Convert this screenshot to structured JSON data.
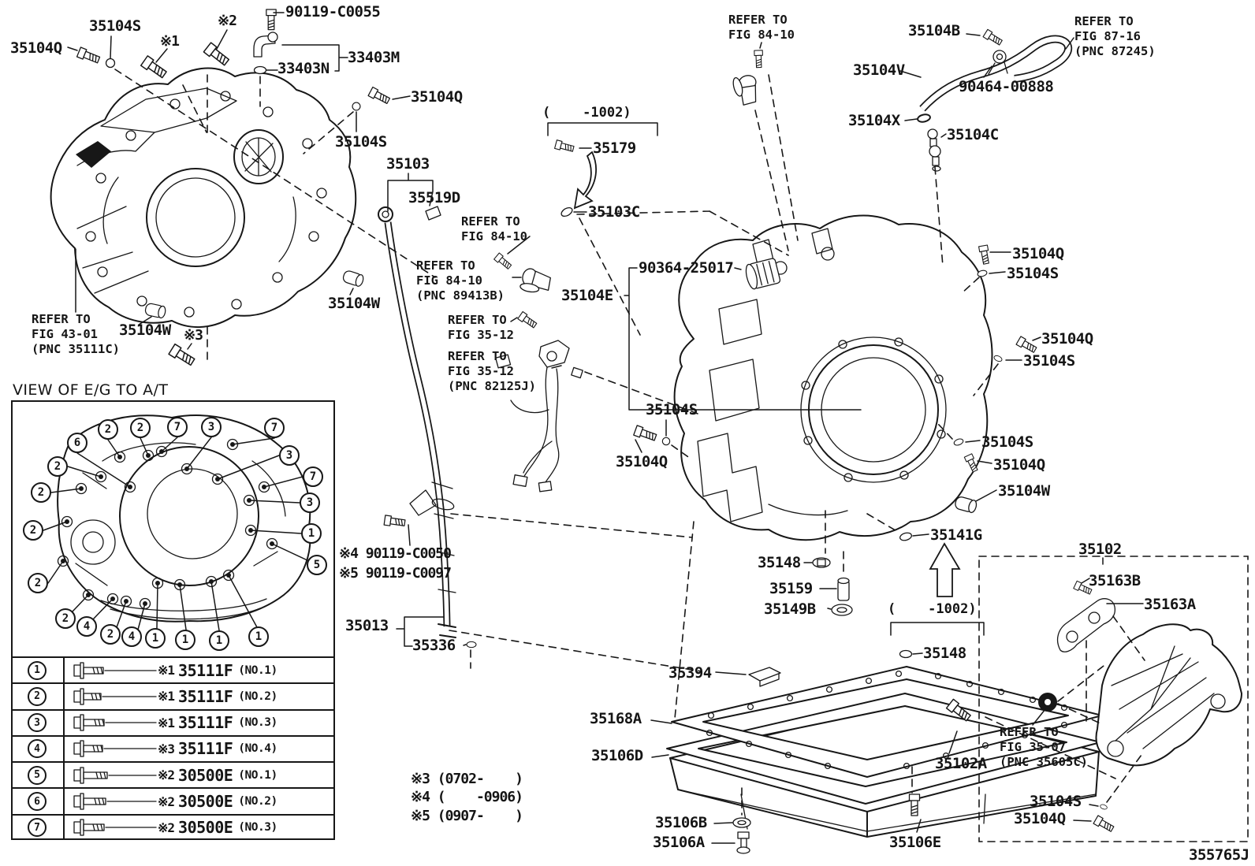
{
  "drawing_number": "355765J",
  "view": {
    "title": "VIEW OF E/G TO A/T",
    "callouts": [
      "6",
      "2",
      "2",
      "7",
      "3",
      "7",
      "2",
      "2",
      "2",
      "2",
      "3",
      "7",
      "3",
      "1",
      "5",
      "2",
      "4",
      "2",
      "4",
      "1",
      "1",
      "1",
      "1"
    ]
  },
  "legend": {
    "rows": [
      {
        "num": "1",
        "ref": "※1",
        "part": "35111F",
        "no": "(NO.1)"
      },
      {
        "num": "2",
        "ref": "※1",
        "part": "35111F",
        "no": "(NO.2)"
      },
      {
        "num": "3",
        "ref": "※1",
        "part": "35111F",
        "no": "(NO.3)"
      },
      {
        "num": "4",
        "ref": "※3",
        "part": "35111F",
        "no": "(NO.4)"
      },
      {
        "num": "5",
        "ref": "※2",
        "part": "30500E",
        "no": "(NO.1)"
      },
      {
        "num": "6",
        "ref": "※2",
        "part": "30500E",
        "no": "(NO.2)"
      },
      {
        "num": "7",
        "ref": "※2",
        "part": "30500E",
        "no": "(NO.3)"
      }
    ]
  },
  "notes": {
    "n3_range": "※3 (0702-    )",
    "n4_range": "※4 (    -0906)",
    "n5_range": "※5 (0907-    )"
  },
  "labels": {
    "q_tl": "35104Q",
    "s_tl": "35104S",
    "n1": "※1",
    "n2": "※2",
    "b0055": "90119-C0055",
    "m33403": "33403M",
    "n33403": "33403N",
    "q_tc": "35104Q",
    "s_tc": "35104S",
    "p35103": "35103",
    "p35519d": "35519D",
    "ref_8410_top": "REFER TO\nFIG 84-10",
    "ref_8410_mid": "REFER TO\nFIG 84-10",
    "ref_8410_pnc": "REFER TO\nFIG 84-10\n(PNC 89413B)",
    "ref_3512": "REFER TO\nFIG 35-12",
    "ref_3512_pnc": "REFER TO\nFIG 35-12\n(PNC 82125J)",
    "p35104e": "35104E",
    "p90364": "90364-25017",
    "p35103c": "35103C",
    "p35179": "35179",
    "range_a": "(    -1002)",
    "p35104b": "35104B",
    "ref_8716": "REFER TO\nFIG 87-16\n(PNC 87245)",
    "p35104v": "35104V",
    "p90464": "90464-00888",
    "p35104x": "35104X",
    "p35104c": "35104C",
    "q_r1": "35104Q",
    "s_r1": "35104S",
    "q_r2": "35104Q",
    "s_r2": "35104S",
    "s_c": "35104S",
    "q_c": "35104Q",
    "s_r3": "35104S",
    "q_r3": "35104Q",
    "w_r": "35104W",
    "p35141g": "35141G",
    "p35148a": "35148",
    "p35159": "35159",
    "p35149b": "35149B",
    "range_b": "(    -1002)",
    "p35148b": "35148",
    "ref_4301": "REFER TO\nFIG 43-01\n(PNC 35111C)",
    "w_l": "35104W",
    "n3": "※3",
    "w_c": "35104W",
    "n4_bolt": "※4 90119-C0050",
    "n5_bolt": "※5 90119-C0097",
    "p35013": "35013",
    "p35336": "35336",
    "p35394": "35394",
    "p35168a": "35168A",
    "p35106d": "35106D",
    "p35106b": "35106B",
    "p35106a": "35106A",
    "p35106e": "35106E",
    "p35102": "35102",
    "p35163b": "35163B",
    "p35163a": "35163A",
    "ref_3507": "REFER TO\nFIG 35-07\n(PNC 35605C)",
    "p35102a": "35102A",
    "s_br": "35104S",
    "q_br": "35104Q"
  }
}
